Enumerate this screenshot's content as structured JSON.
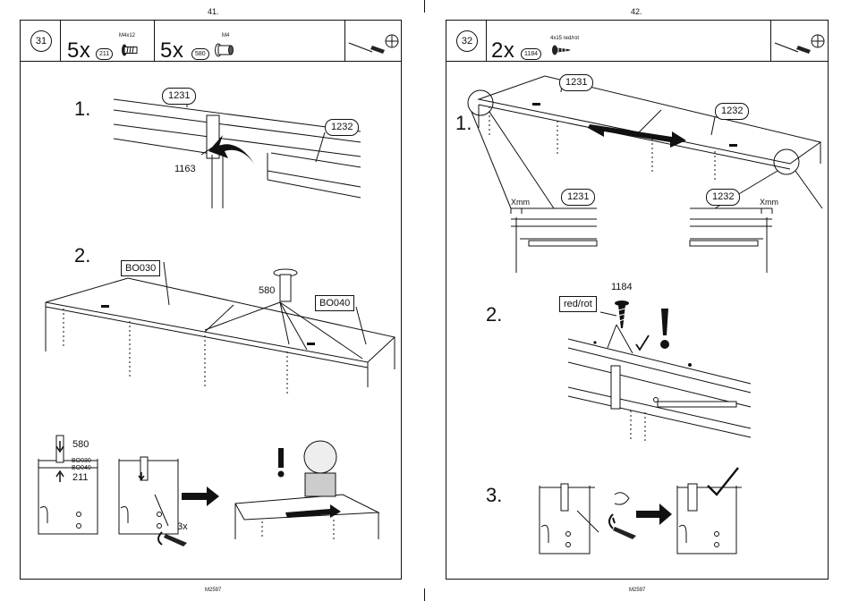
{
  "left_page": {
    "page_number": "41.",
    "footer": "M2597",
    "step_number": "31",
    "parts": [
      {
        "quantity": "5x",
        "part_id": "211",
        "spec": "M4x12",
        "icon": "screw-bolt-icon"
      },
      {
        "quantity": "5x",
        "part_id": "580",
        "spec": "M4",
        "icon": "connector-nut-icon"
      }
    ],
    "tool_icon": "screwdriver-icon",
    "substeps": [
      {
        "label": "1.",
        "callouts": [
          "1231",
          "1232",
          "1163"
        ]
      },
      {
        "label": "2.",
        "callouts": [
          "BO030",
          "BO040",
          "580"
        ]
      }
    ],
    "detail": {
      "labels": [
        "580",
        "BO030",
        "BO040",
        "211"
      ],
      "count": "3x"
    }
  },
  "right_page": {
    "page_number": "42.",
    "footer": "M2597",
    "step_number": "32",
    "parts": [
      {
        "quantity": "2x",
        "part_id": "1184",
        "spec": "4x15 red/rot",
        "icon": "wood-screw-icon"
      }
    ],
    "tool_icon": "screwdriver-icon",
    "substeps": [
      {
        "label": "1.",
        "callouts": [
          "1231",
          "1232",
          "1231",
          "1232"
        ],
        "measure": "Xmm"
      },
      {
        "label": "2.",
        "callouts": [
          "1184"
        ],
        "box_label": "red/rot"
      },
      {
        "label": "3."
      }
    ]
  }
}
